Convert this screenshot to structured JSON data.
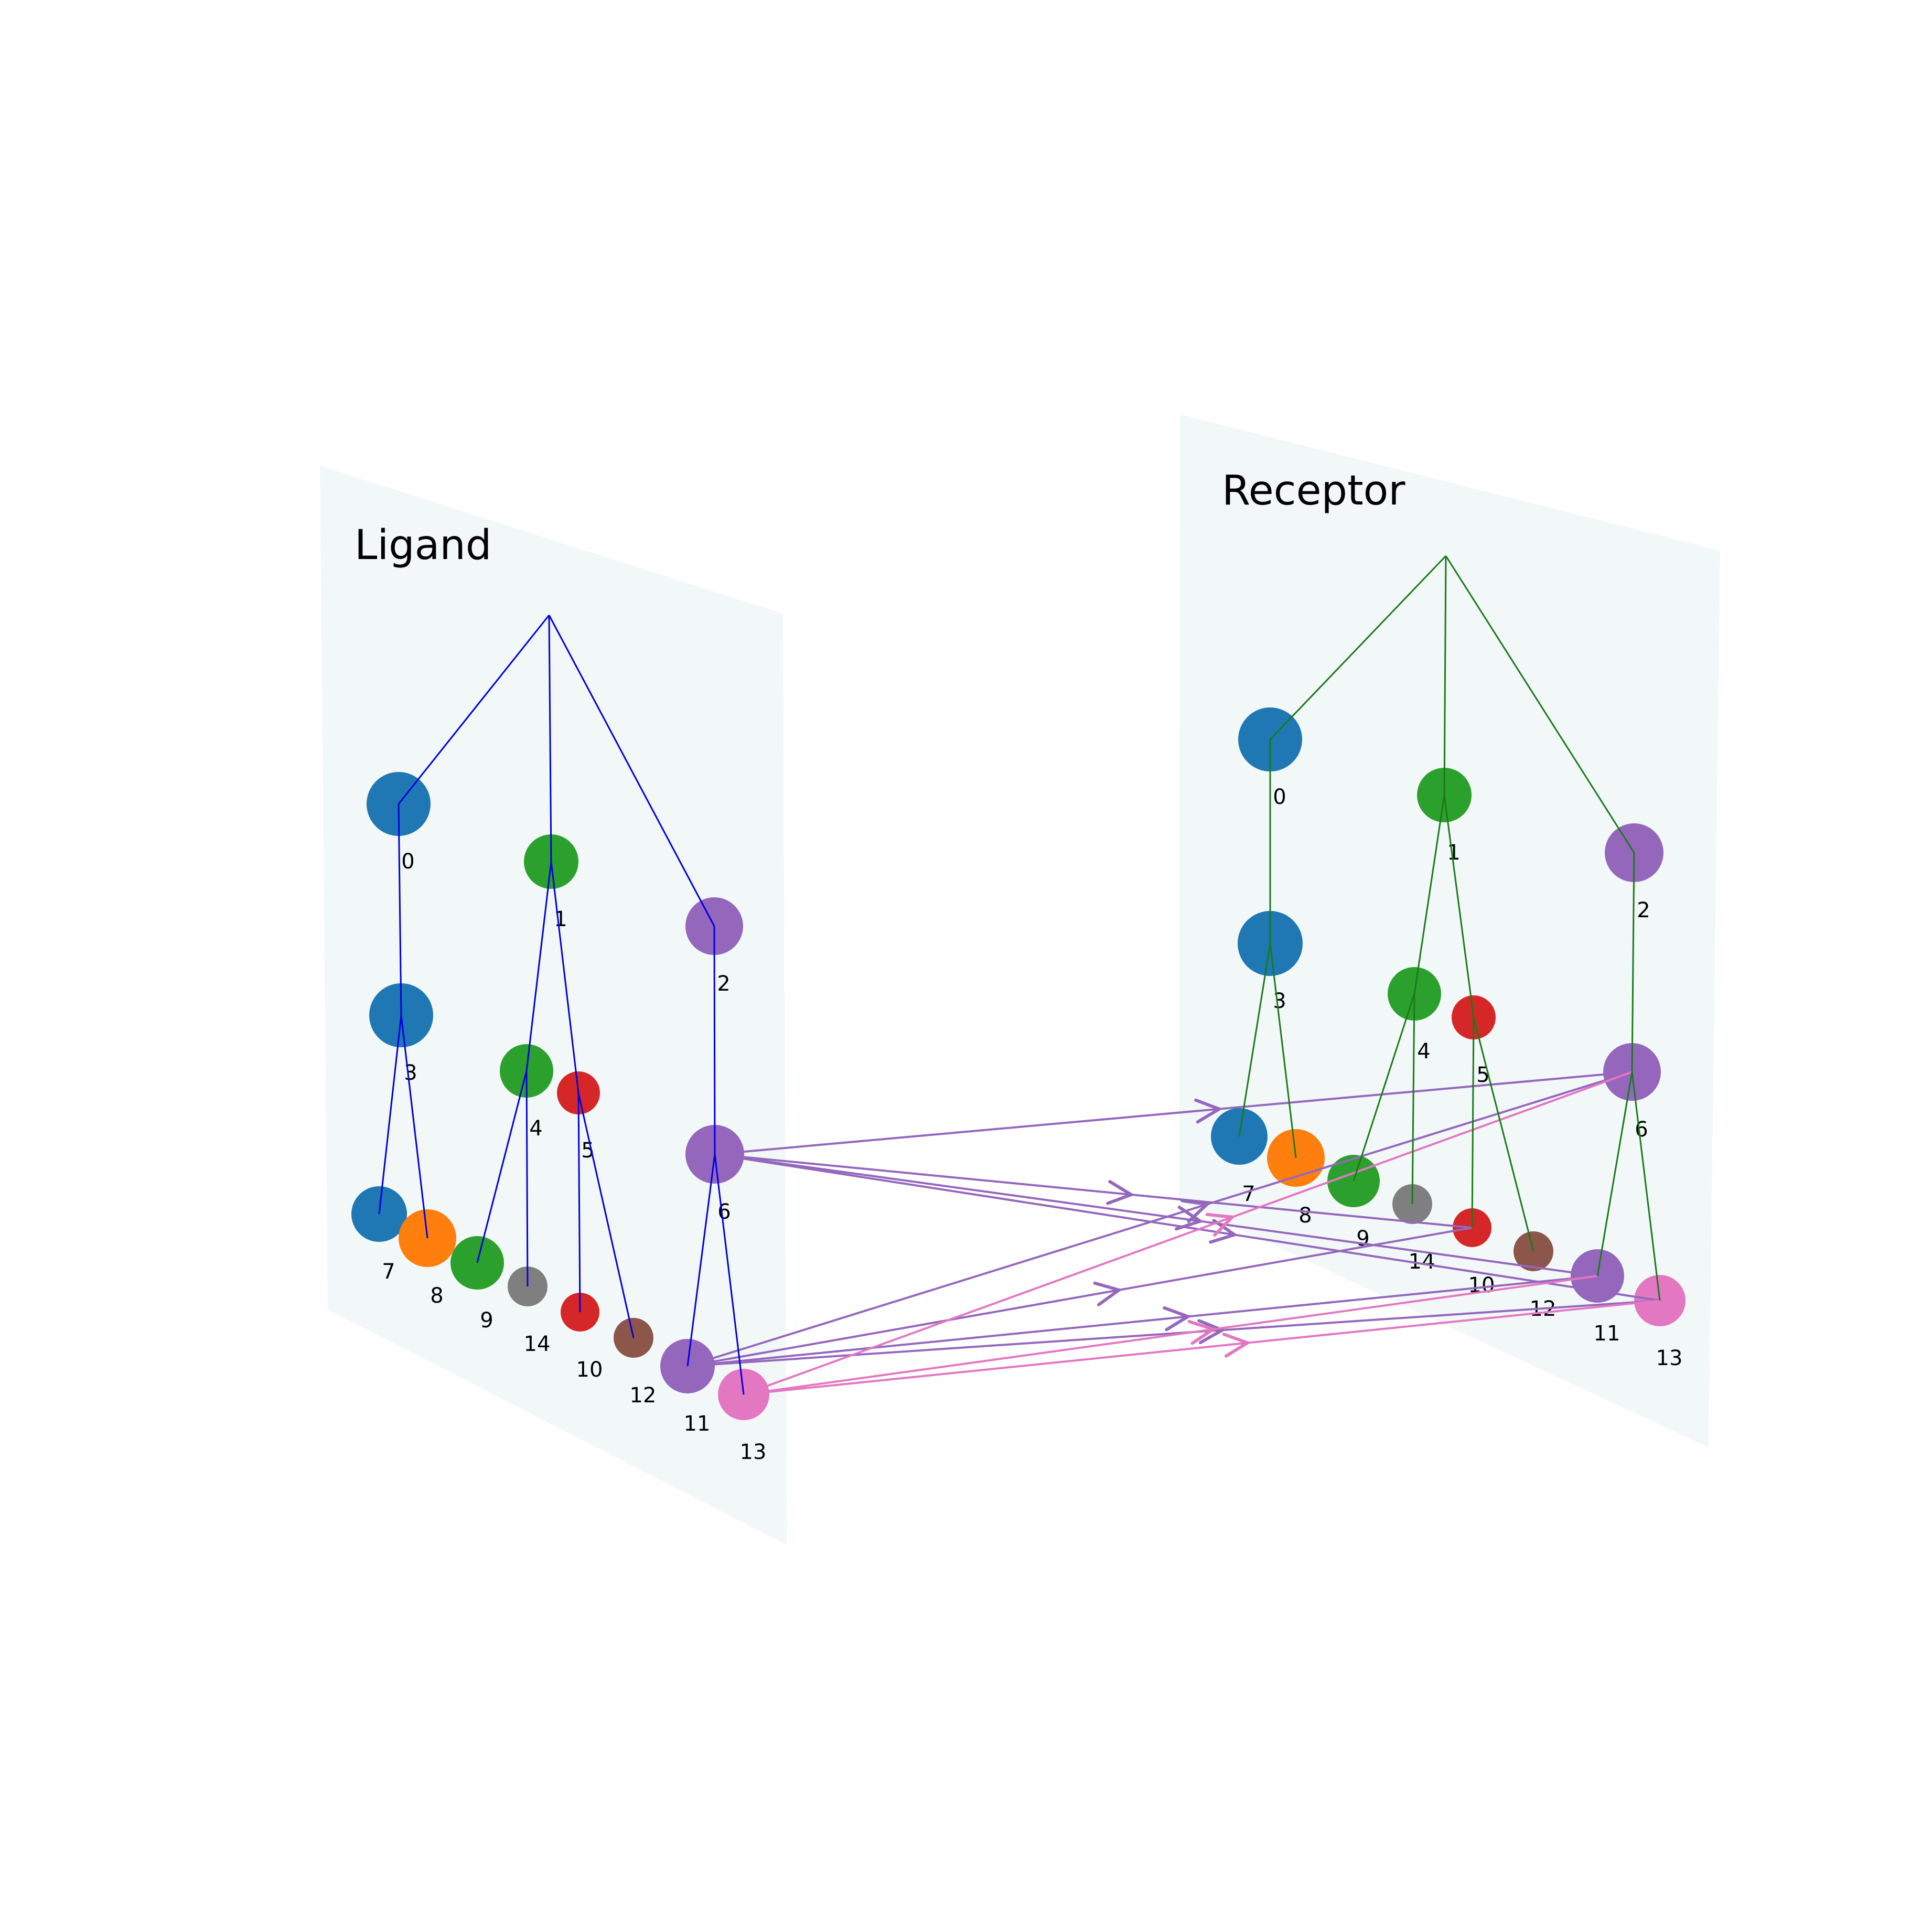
{
  "panels": {
    "ligand": {
      "title": "Ligand"
    },
    "receptor": {
      "title": "Receptor"
    }
  },
  "colors": {
    "panel_fill": "#f2f8f8",
    "ligand_edge": "#0000dd",
    "receptor_edge": "#1a7a1a",
    "link_purple": "#9467bd",
    "link_pink": "#e377c2"
  },
  "ligand": {
    "nodes": [
      {
        "id": "0",
        "label": "0",
        "color": "#1f77b4"
      },
      {
        "id": "1",
        "label": "1",
        "color": "#2ca02c"
      },
      {
        "id": "2",
        "label": "2",
        "color": "#9467bd"
      },
      {
        "id": "3",
        "label": "3",
        "color": "#1f77b4"
      },
      {
        "id": "4",
        "label": "4",
        "color": "#2ca02c"
      },
      {
        "id": "5",
        "label": "5",
        "color": "#d62728"
      },
      {
        "id": "6",
        "label": "6",
        "color": "#9467bd"
      },
      {
        "id": "7",
        "label": "7",
        "color": "#1f77b4"
      },
      {
        "id": "8",
        "label": "8",
        "color": "#ff7f0e"
      },
      {
        "id": "9",
        "label": "9",
        "color": "#2ca02c"
      },
      {
        "id": "14",
        "label": "14",
        "color": "#7f7f7f"
      },
      {
        "id": "10",
        "label": "10",
        "color": "#d62728"
      },
      {
        "id": "12",
        "label": "12",
        "color": "#8c564b"
      },
      {
        "id": "11",
        "label": "11",
        "color": "#9467bd"
      },
      {
        "id": "13",
        "label": "13",
        "color": "#e377c2"
      }
    ],
    "edges": [
      [
        "root",
        "0"
      ],
      [
        "root",
        "1"
      ],
      [
        "root",
        "2"
      ],
      [
        "0",
        "3"
      ],
      [
        "3",
        "7"
      ],
      [
        "3",
        "8"
      ],
      [
        "1",
        "4"
      ],
      [
        "1",
        "5"
      ],
      [
        "4",
        "9"
      ],
      [
        "4",
        "14"
      ],
      [
        "5",
        "10"
      ],
      [
        "5",
        "12"
      ],
      [
        "2",
        "6"
      ],
      [
        "6",
        "11"
      ],
      [
        "6",
        "13"
      ]
    ]
  },
  "receptor": {
    "nodes": [
      {
        "id": "0",
        "label": "0",
        "color": "#1f77b4"
      },
      {
        "id": "1",
        "label": "1",
        "color": "#2ca02c"
      },
      {
        "id": "2",
        "label": "2",
        "color": "#9467bd"
      },
      {
        "id": "3",
        "label": "3",
        "color": "#1f77b4"
      },
      {
        "id": "4",
        "label": "4",
        "color": "#2ca02c"
      },
      {
        "id": "5",
        "label": "5",
        "color": "#d62728"
      },
      {
        "id": "6",
        "label": "6",
        "color": "#9467bd"
      },
      {
        "id": "7",
        "label": "7",
        "color": "#1f77b4"
      },
      {
        "id": "8",
        "label": "8",
        "color": "#ff7f0e"
      },
      {
        "id": "9",
        "label": "9",
        "color": "#2ca02c"
      },
      {
        "id": "14",
        "label": "14",
        "color": "#7f7f7f"
      },
      {
        "id": "10",
        "label": "10",
        "color": "#d62728"
      },
      {
        "id": "12",
        "label": "12",
        "color": "#8c564b"
      },
      {
        "id": "11",
        "label": "11",
        "color": "#9467bd"
      },
      {
        "id": "13",
        "label": "13",
        "color": "#e377c2"
      }
    ],
    "edges": [
      [
        "root",
        "0"
      ],
      [
        "root",
        "1"
      ],
      [
        "root",
        "2"
      ],
      [
        "0",
        "3"
      ],
      [
        "3",
        "7"
      ],
      [
        "3",
        "8"
      ],
      [
        "1",
        "4"
      ],
      [
        "1",
        "5"
      ],
      [
        "4",
        "9"
      ],
      [
        "4",
        "14"
      ],
      [
        "5",
        "10"
      ],
      [
        "5",
        "12"
      ],
      [
        "2",
        "6"
      ],
      [
        "6",
        "11"
      ],
      [
        "6",
        "13"
      ]
    ]
  },
  "links": [
    {
      "from": "6",
      "to": "6",
      "color": "purple"
    },
    {
      "from": "6",
      "to": "10",
      "color": "purple"
    },
    {
      "from": "6",
      "to": "11",
      "color": "purple"
    },
    {
      "from": "6",
      "to": "13",
      "color": "purple"
    },
    {
      "from": "11",
      "to": "6",
      "color": "purple"
    },
    {
      "from": "11",
      "to": "10",
      "color": "purple"
    },
    {
      "from": "11",
      "to": "11",
      "color": "purple"
    },
    {
      "from": "11",
      "to": "13",
      "color": "purple"
    },
    {
      "from": "13",
      "to": "6",
      "color": "pink"
    },
    {
      "from": "13",
      "to": "11",
      "color": "pink"
    },
    {
      "from": "13",
      "to": "13",
      "color": "pink"
    }
  ]
}
